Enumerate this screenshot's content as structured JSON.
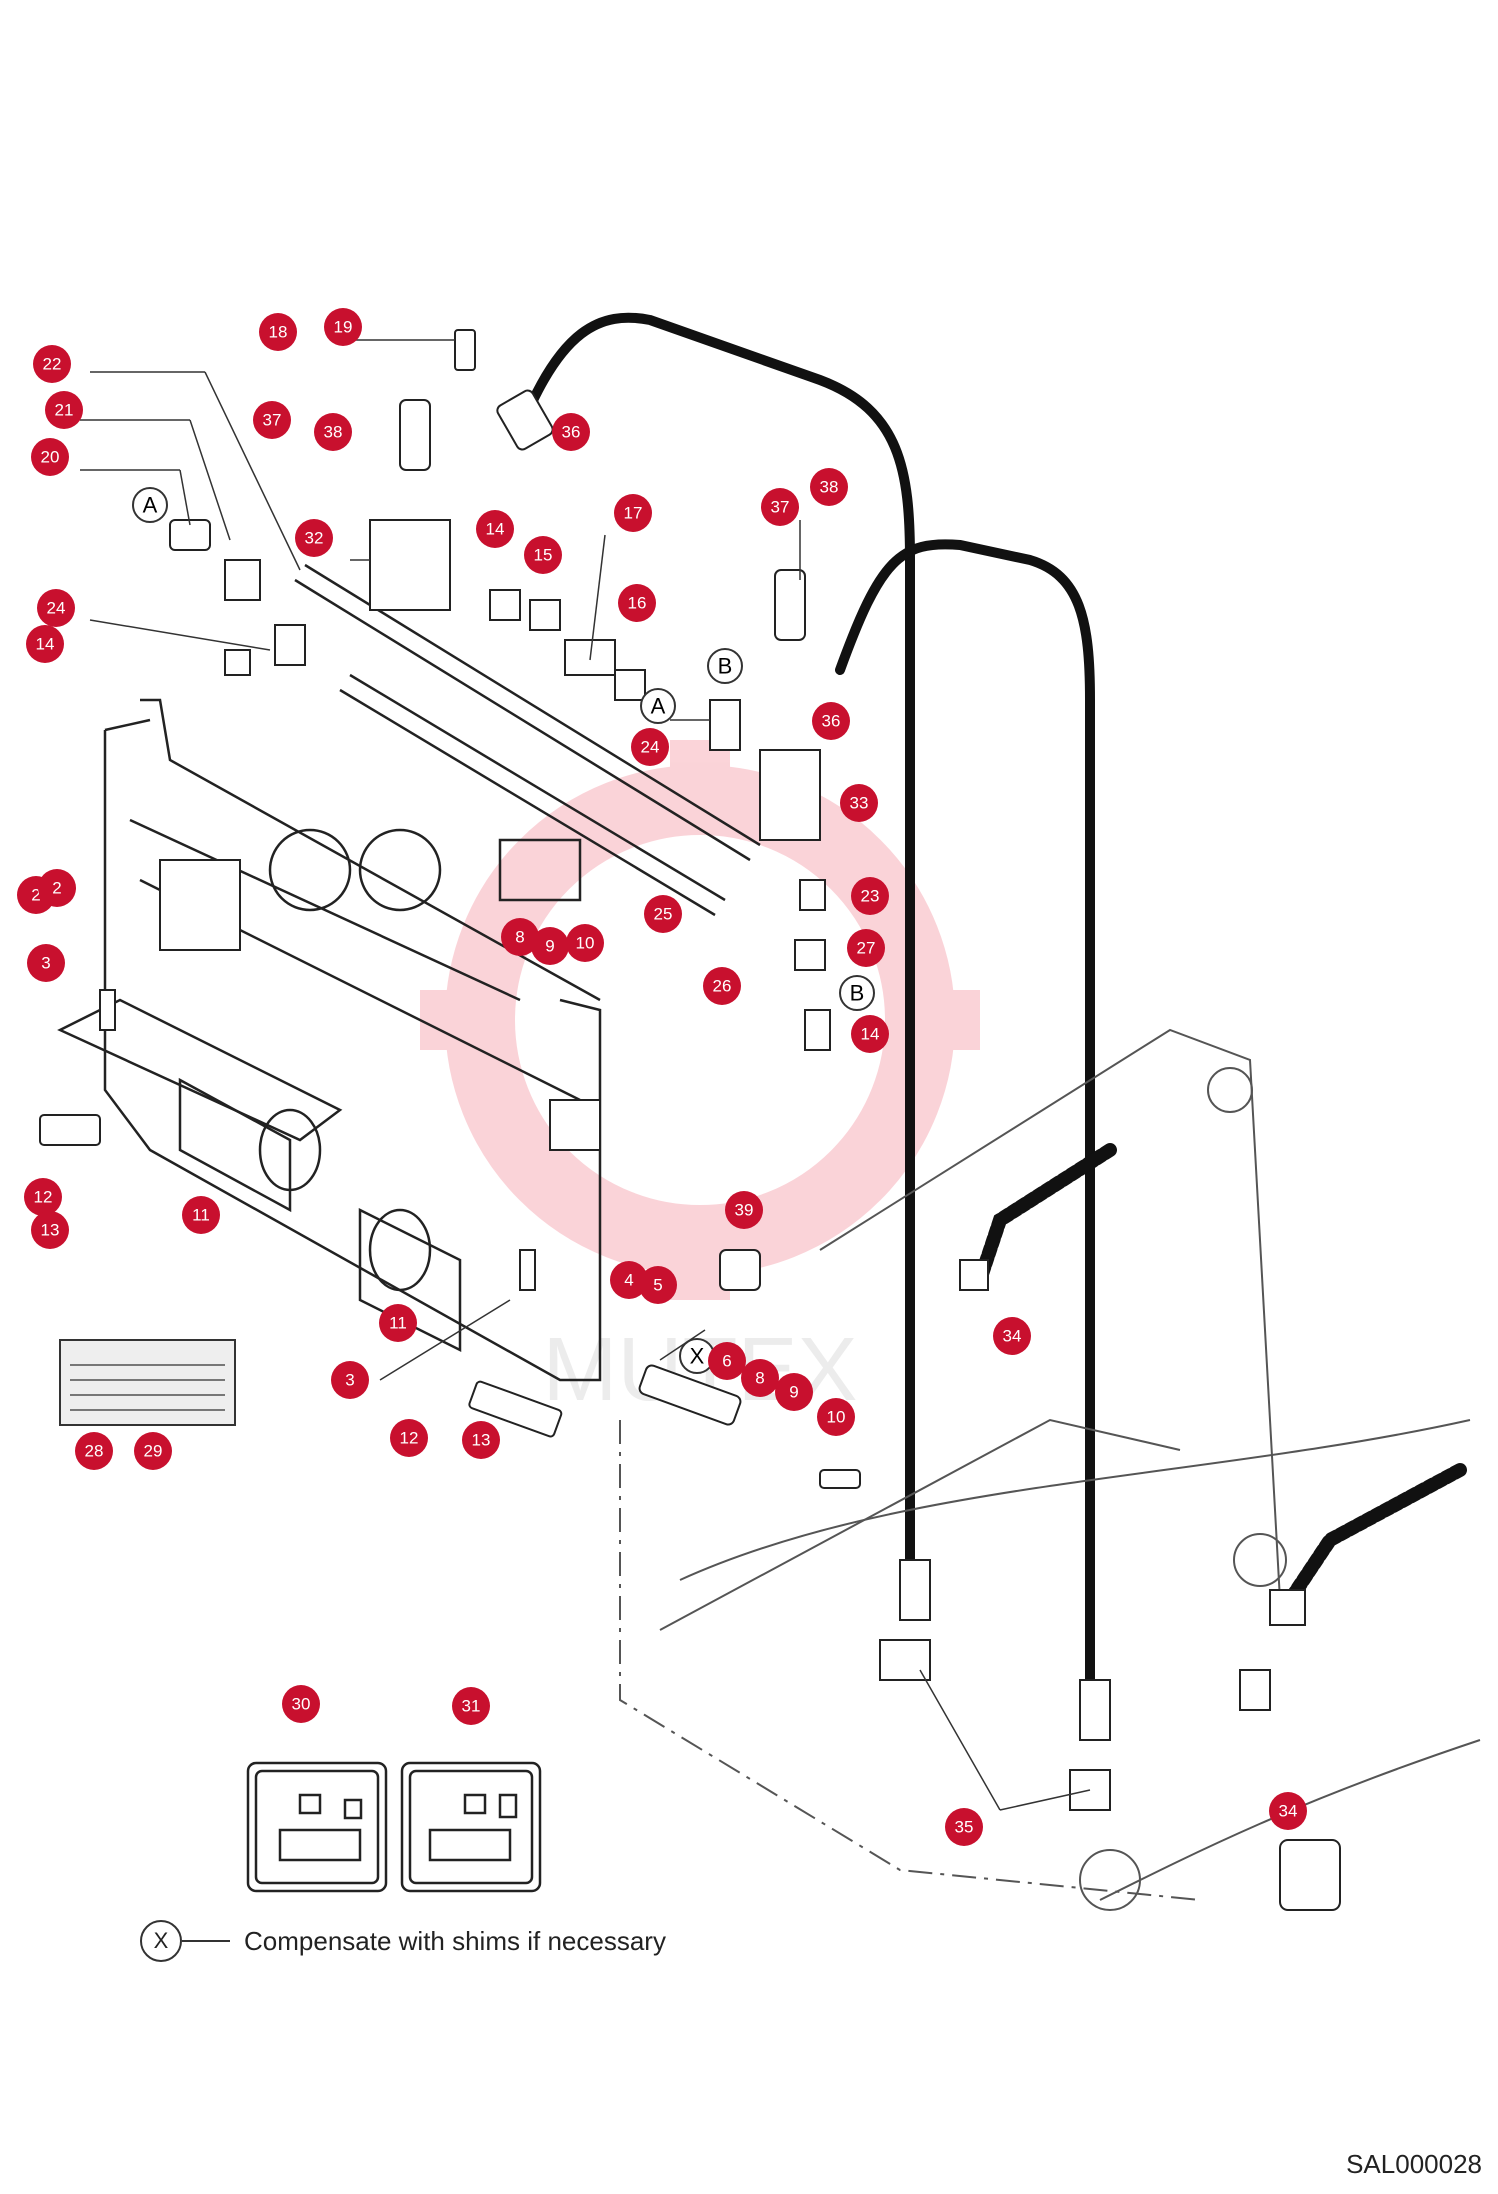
{
  "note": {
    "symbol": "X",
    "text": "Compensate with shims if necessary"
  },
  "drawing_code": "SAL000028",
  "watermark": "MUTEX",
  "callout_color": "#c8102e",
  "circled_letters": [
    "A",
    "A",
    "B",
    "B",
    "X"
  ],
  "callouts": [
    {
      "n": "18"
    },
    {
      "n": "19"
    },
    {
      "n": "22"
    },
    {
      "n": "21"
    },
    {
      "n": "20"
    },
    {
      "n": "37"
    },
    {
      "n": "38"
    },
    {
      "n": "36"
    },
    {
      "n": "32"
    },
    {
      "n": "14"
    },
    {
      "n": "15"
    },
    {
      "n": "17"
    },
    {
      "n": "16"
    },
    {
      "n": "37"
    },
    {
      "n": "38"
    },
    {
      "n": "24"
    },
    {
      "n": "14"
    },
    {
      "n": "24"
    },
    {
      "n": "36"
    },
    {
      "n": "33"
    },
    {
      "n": "2"
    },
    {
      "n": "2"
    },
    {
      "n": "23"
    },
    {
      "n": "25"
    },
    {
      "n": "8"
    },
    {
      "n": "9"
    },
    {
      "n": "10"
    },
    {
      "n": "27"
    },
    {
      "n": "3"
    },
    {
      "n": "26"
    },
    {
      "n": "14"
    },
    {
      "n": "12"
    },
    {
      "n": "13"
    },
    {
      "n": "11"
    },
    {
      "n": "39"
    },
    {
      "n": "4"
    },
    {
      "n": "5"
    },
    {
      "n": "11"
    },
    {
      "n": "34"
    },
    {
      "n": "3"
    },
    {
      "n": "6"
    },
    {
      "n": "8"
    },
    {
      "n": "9"
    },
    {
      "n": "10"
    },
    {
      "n": "12"
    },
    {
      "n": "13"
    },
    {
      "n": "28"
    },
    {
      "n": "29"
    },
    {
      "n": "30"
    },
    {
      "n": "31"
    },
    {
      "n": "35"
    },
    {
      "n": "34"
    }
  ]
}
